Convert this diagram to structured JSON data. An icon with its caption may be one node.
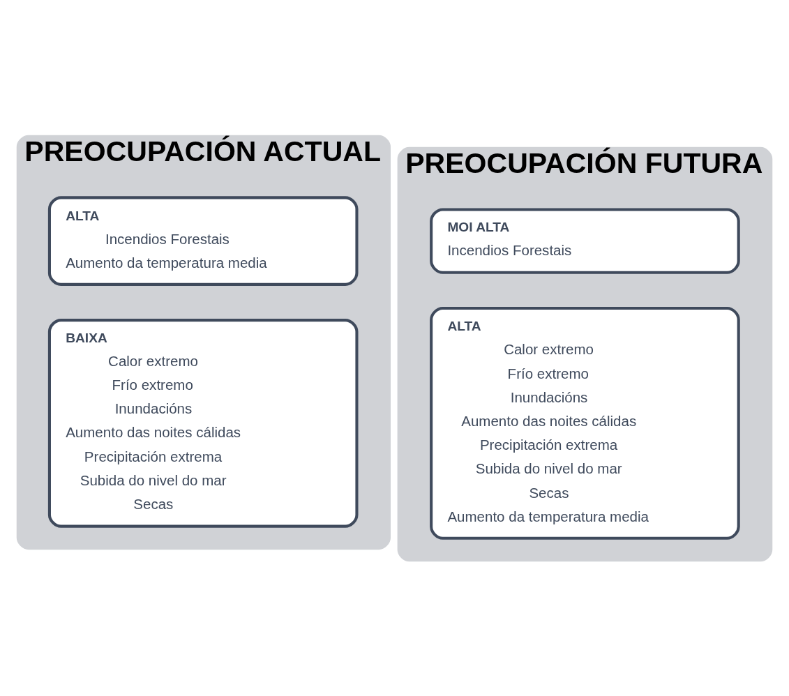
{
  "diagram": {
    "nodes": [
      {
        "text": [
          "PREOCUPACIÓN ACTUAL"
        ]
      },
      {
        "text": [
          "ALTA",
          "Incendios Forestais",
          "Aumento da temperatura media"
        ],
        "in": 0
      },
      {
        "text": [
          "BAIXA",
          "Calor extremo",
          "Frío extremo",
          "Inundacións",
          "Aumento das noites cálidas",
          "Precipitación extrema",
          "Subida do nivel do mar",
          "Secas"
        ],
        "in": 0
      },
      {
        "text": [
          "PREOCUPACIÓN FUTURA"
        ]
      },
      {
        "text": [
          "MOI ALTA",
          "Incendios Forestais"
        ],
        "in": 3
      },
      {
        "text": [
          "ALTA",
          "Calor extremo",
          "Frío extremo",
          "Inundacións",
          "Aumento das noites cálidas",
          "Precipitación extrema",
          "Subida do nivel do mar",
          "Secas",
          "Aumento da temperatura media"
        ],
        "in": 3
      }
    ]
  }
}
